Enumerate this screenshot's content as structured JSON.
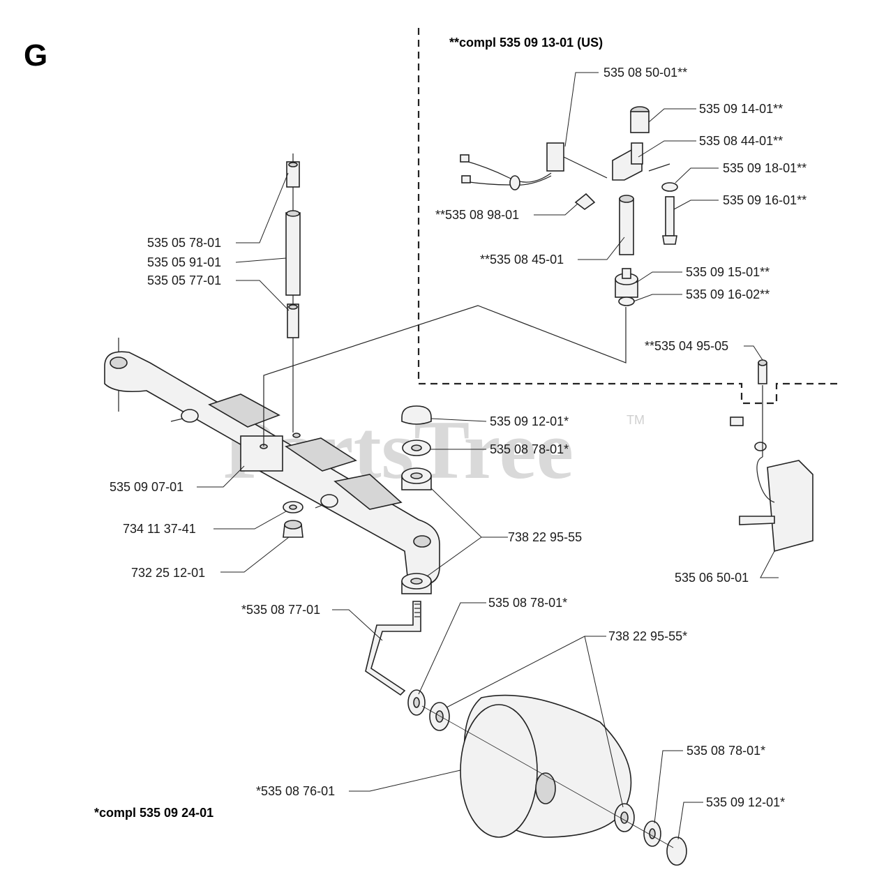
{
  "diagram": {
    "section_letter": "G",
    "watermark": "PartsTree",
    "watermark_mark": "TM",
    "kit_us": "**compl 535 09 13-01 (US)",
    "kit_wheel": "*compl 535 09 24-01"
  },
  "labels": {
    "p_535_08_50_01": "535 08 50-01**",
    "p_535_09_14_01": "535 09 14-01**",
    "p_535_08_44_01": "535 08 44-01**",
    "p_535_09_18_01": "535 09 18-01**",
    "p_535_09_16_01": "535 09 16-01**",
    "p_535_08_98_01": "**535 08 98-01",
    "p_535_08_45_01": "**535 08 45-01",
    "p_535_09_15_01": "535 09 15-01**",
    "p_535_09_16_02": "535 09 16-02**",
    "p_535_04_95_05": "**535 04 95-05",
    "p_535_05_78_01": "535 05 78-01",
    "p_535_05_91_01": "535 05 91-01",
    "p_535_05_77_01": "535 05 77-01",
    "p_535_09_12_01_top": "535 09 12-01*",
    "p_535_08_78_01_top": "535 08 78-01*",
    "p_535_09_07_01": "535 09 07-01",
    "p_738_22_95_55": "738 22 95-55",
    "p_734_11_37_41": "734 11 37-41",
    "p_732_25_12_01": "732 25 12-01",
    "p_535_06_50_01": "535 06 50-01",
    "p_535_08_77_01": "*535 08 77-01",
    "p_535_08_78_01_mid": "535 08 78-01*",
    "p_738_22_95_55_star": "738 22 95-55*",
    "p_535_08_78_01_low": "535 08 78-01*",
    "p_535_09_12_01_low": "535 09 12-01*",
    "p_535_08_76_01": "*535 08 76-01"
  }
}
